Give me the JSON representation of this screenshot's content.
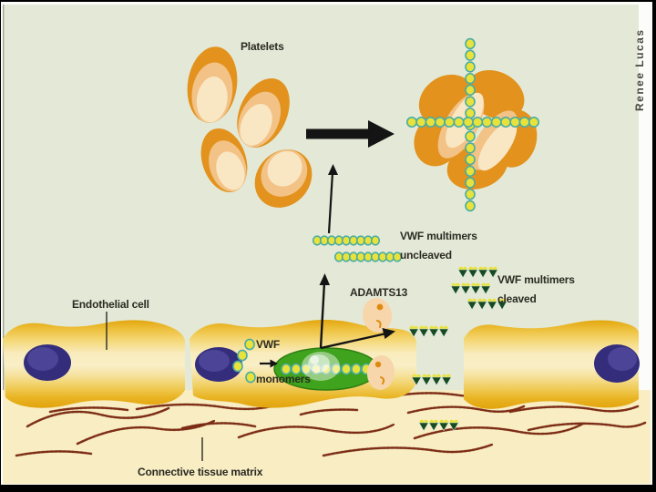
{
  "credit": "Renee Lucas",
  "labels": {
    "platelets": "Platelets",
    "uncleaved_line1": "VWF multimers",
    "uncleaved_line2": "uncleaved",
    "adamts13": "ADAMTS13",
    "cleaved_line1": "VWF multimers",
    "cleaved_line2": "cleaved",
    "endothelial_cell": "Endothelial cell",
    "monomers_line1": "VWF",
    "monomers_line2": "monomers",
    "connective_tissue": "Connective tissue matrix"
  },
  "colors": {
    "background_green": "#e3e9d6",
    "tissue_cream": "#f8edc3",
    "platelet_orange": "#e2921d",
    "platelet_mid": "#f2c286",
    "platelet_light": "#f9e6c2",
    "bead_yellow": "#e9e23a",
    "bead_outline": "#49aca4",
    "endothelial_gold": "#e2a40c",
    "endothelial_light": "#f9efc6",
    "nucleus_blue": "#332d7c",
    "storage_granule_green": "#3fa31d",
    "storage_granule_edge": "#2e7d12",
    "enzyme_peach": "#f7d6ab",
    "enzyme_dot_orange": "#e0890f",
    "cleaved_dark_green": "#174a22",
    "fiber_brown": "#7c2c15",
    "arrow_black": "#141414",
    "label_text": "#2b2a23",
    "credit_text": "#4a463c",
    "frame_black": "#000000",
    "slide_white": "#fcfdfa"
  }
}
